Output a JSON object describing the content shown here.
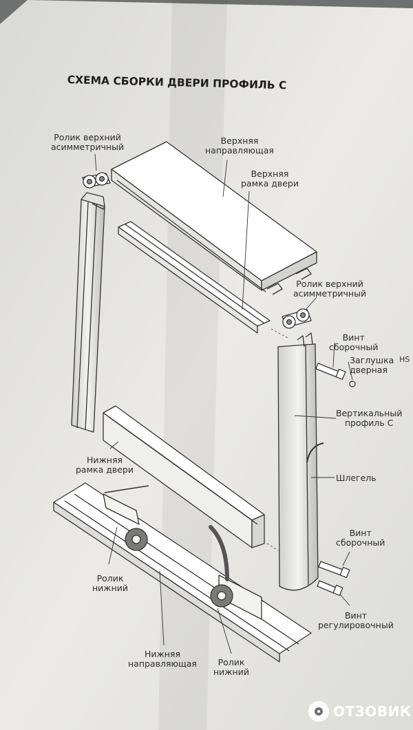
{
  "title": "СХЕМА СБОРКИ ДВЕРИ\nПРОФИЛЬ С",
  "labels": {
    "roller_top_left": "Ролик верхний\nасимметричный",
    "top_guide": "Верхняя\nнаправляющая",
    "top_frame": "Верхняя\nрамка двери",
    "roller_top_right": "Ролик верхний\nасимметричный",
    "screw_assembly_top": "Винт\nсборочный",
    "door_cap": "Заглушка\nдверная",
    "vertical_profile": "Вертикальный\nпрофиль С",
    "schlegel": "Шлегель",
    "bottom_frame": "Нижняя\nрамка двери",
    "screw_assembly_bottom": "Винт\nсборочный",
    "screw_adjust": "Винт\nрегулировочный",
    "roller_bottom_left": "Ролик\nнижний",
    "roller_bottom_right": "Ролик\nнижний",
    "bottom_guide": "Нижняя\nнаправляющая",
    "edge_hs": "HS"
  },
  "watermark": {
    "text": "ОТЗОВИК",
    "icon": "otzovik-logo-icon"
  },
  "colors": {
    "paper": "#e8e7e3",
    "ink": "#2b2b2b",
    "background": "#6f7170"
  }
}
